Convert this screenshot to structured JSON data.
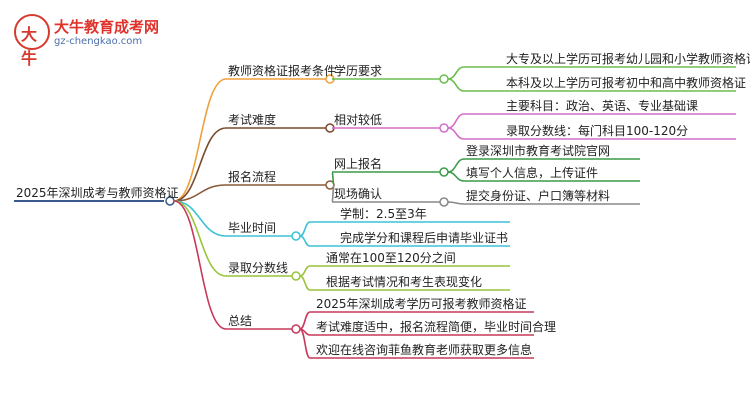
{
  "logo": {
    "title": "大牛教育成考网",
    "url": "gz-chengkao.com",
    "mark_text": "大牛"
  },
  "root": {
    "label": "2025年深圳成考与教师资格证",
    "color": "#3b5a8c"
  },
  "branches": [
    {
      "label": "教师资格证报考条件",
      "color": "#f0a03c",
      "children": [
        {
          "label": "学历要求",
          "color": "#6cbf4f",
          "leaves": [
            "大专及以上学历可报考幼儿园和小学教师资格证",
            "本科及以上学历可报考初中和高中教师资格证"
          ]
        }
      ]
    },
    {
      "label": "考试难度",
      "color": "#7a4a2c",
      "children": [
        {
          "label": "相对较低",
          "color": "#d46ec8",
          "leaves": [
            "主要科目：政治、英语、专业基础课",
            "录取分数线：每门科目100-120分"
          ]
        }
      ]
    },
    {
      "label": "报名流程",
      "color": "#8a5a3a",
      "children": [
        {
          "label": "网上报名",
          "color": "#3c9a4a",
          "leaves": [
            "登录深圳市教育考试院官网",
            "填写个人信息，上传证件"
          ]
        },
        {
          "label": "现场确认",
          "color": "#888888",
          "leaves": [
            "提交身份证、户口簿等材料"
          ]
        }
      ]
    },
    {
      "label": "毕业时间",
      "color": "#3cc2d6",
      "leaves": [
        "学制：2.5至3年",
        "完成学分和课程后申请毕业证书"
      ]
    },
    {
      "label": "录取分数线",
      "color": "#9ac43c",
      "leaves": [
        "通常在100至120分之间",
        "根据考试情况和考生表现变化"
      ]
    },
    {
      "label": "总结",
      "color": "#c7385a",
      "leaves": [
        "2025年深圳成考学历可报考教师资格证",
        "考试难度适中，报名流程简便，毕业时间合理",
        "欢迎在线咨询菲鱼教育老师获取更多信息"
      ]
    }
  ]
}
